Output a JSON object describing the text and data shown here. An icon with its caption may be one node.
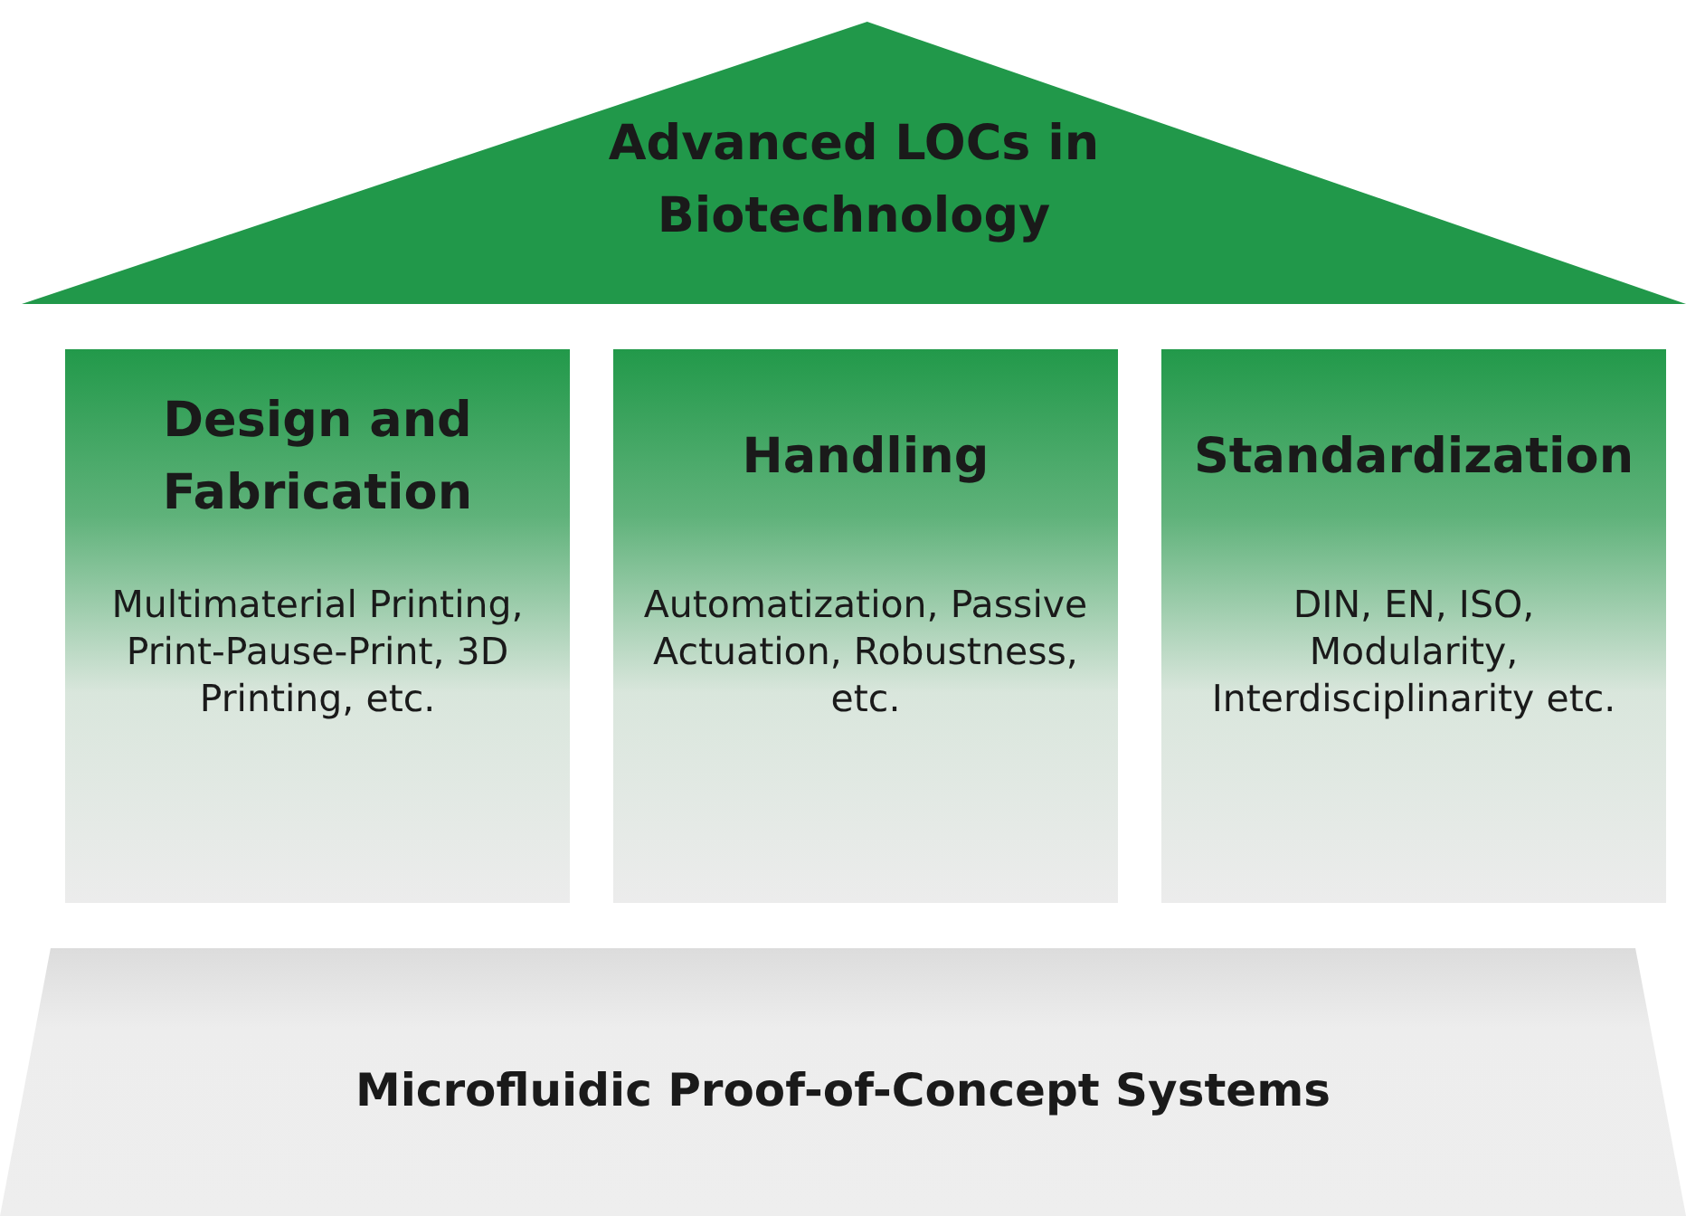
{
  "diagram": {
    "nodes": [
      {
        "text": [
          "Advanced LOCs in Biotechnology"
        ]
      },
      {
        "text": [
          "Design and Fabrication",
          "Multimaterial Printing, Print-Pause-Print, 3D Printing, etc."
        ]
      },
      {
        "text": [
          "Handling",
          "Automatization, Passive Actuation, Robustness, etc."
        ]
      },
      {
        "text": [
          "Standardization",
          "DIN, EN, ISO, Modularity, Interdisciplinarity etc."
        ]
      },
      {
        "text": [
          "Microfluidic Proof-of-Concept Systems"
        ]
      }
    ],
    "edges": []
  }
}
